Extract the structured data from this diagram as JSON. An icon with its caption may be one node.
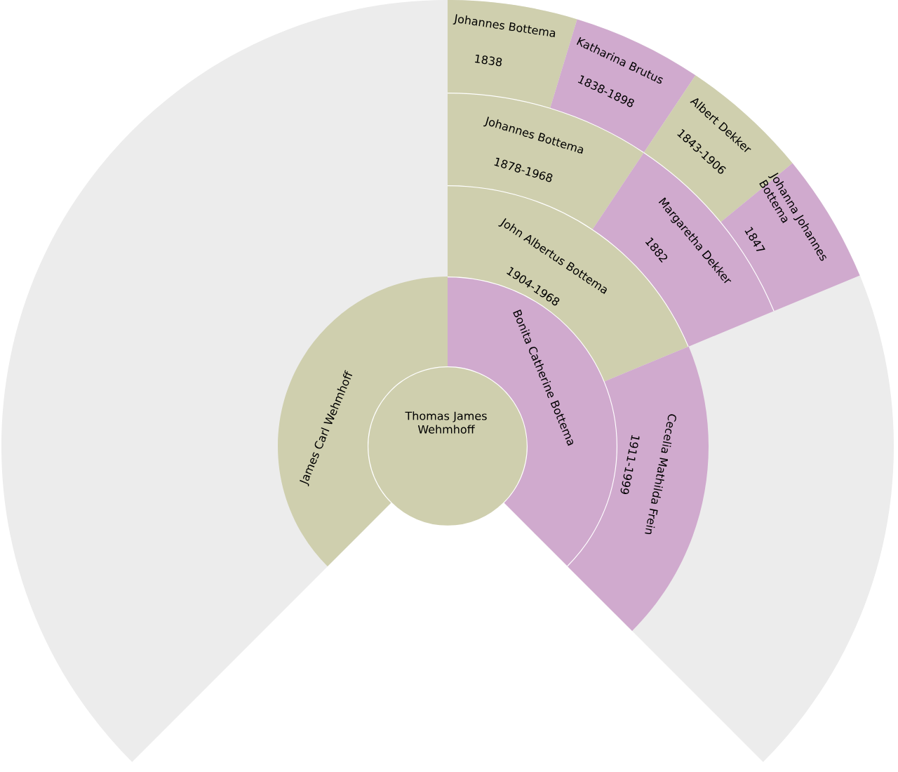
{
  "diagram": {
    "nodes": [
      {
        "text": [
          "Thomas James Wehmhoff"
        ]
      },
      {
        "text": [
          "James Carl Wehmhoff"
        ]
      },
      {
        "text": [
          "Bonita Catherine Bottema"
        ]
      },
      {
        "text": [
          "John Albertus Bottema",
          "1904-1968"
        ]
      },
      {
        "text": [
          "Cecelia Mathilda Frein",
          "1911-1999"
        ]
      },
      {
        "text": [
          "Johannes Bottema",
          "1878-1968"
        ]
      },
      {
        "text": [
          "Margaretha Dekker",
          "1882"
        ]
      },
      {
        "text": [
          "Johannes Bottema",
          "1838"
        ]
      },
      {
        "text": [
          "Katharina Brutus",
          "1838-1898"
        ]
      },
      {
        "text": [
          "Albert Dekker",
          "1843-1906"
        ]
      },
      {
        "text": [
          "Johanna Johannes Bottema",
          "1847"
        ]
      }
    ]
  }
}
